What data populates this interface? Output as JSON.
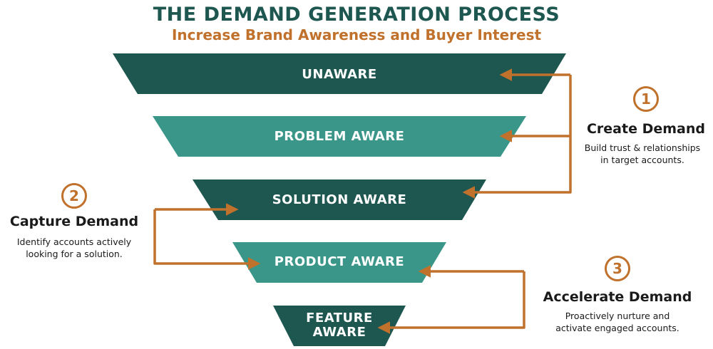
{
  "header": {
    "title": "THE DEMAND GENERATION PROCESS",
    "subtitle": "Increase Brand Awareness and Buyer Interest"
  },
  "colors": {
    "dark_teal": "#1e5650",
    "light_teal": "#3a9688",
    "accent_orange": "#c0712c",
    "text_dark": "#1a1a1a"
  },
  "funnel": {
    "stages": [
      {
        "label": "UNAWARE"
      },
      {
        "label": "PROBLEM AWARE"
      },
      {
        "label": "SOLUTION AWARE"
      },
      {
        "label": "PRODUCT AWARE"
      },
      {
        "label_line1": "FEATURE",
        "label_line2": "AWARE"
      }
    ]
  },
  "steps": [
    {
      "number": "1",
      "title": "Create Demand",
      "desc_line1": "Build trust & relationships",
      "desc_line2": "in target accounts."
    },
    {
      "number": "2",
      "title": "Capture Demand",
      "desc_line1": "Identify accounts actively",
      "desc_line2": "looking for a solution."
    },
    {
      "number": "3",
      "title": "Accelerate Demand",
      "desc_line1": "Proactively nurture and",
      "desc_line2": "activate engaged accounts."
    }
  ]
}
